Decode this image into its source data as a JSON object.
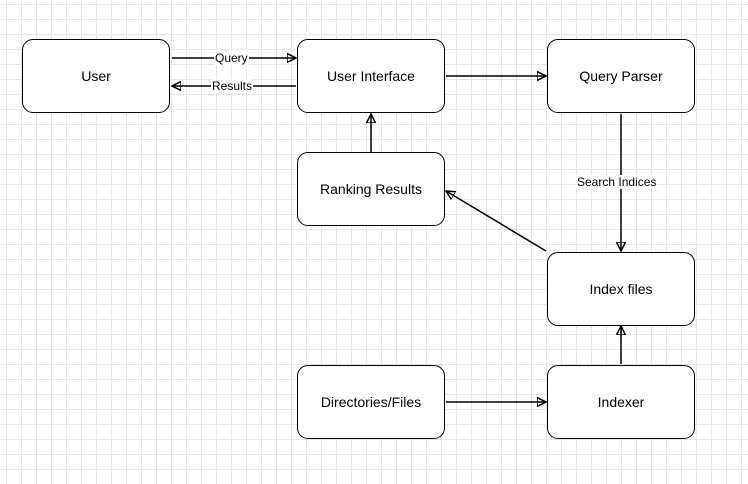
{
  "nodes": {
    "user": "User",
    "user_interface": "User Interface",
    "query_parser": "Query Parser",
    "ranking_results": "Ranking Results",
    "index_files": "Index files",
    "directories_files": "Directories/Files",
    "indexer": "Indexer"
  },
  "edges": {
    "query": "Query",
    "results": "Results",
    "search_indices": "Search Indices"
  },
  "colors": {
    "stroke": "#000000",
    "fill": "#ffffff",
    "grid": "#e6e6e6"
  }
}
